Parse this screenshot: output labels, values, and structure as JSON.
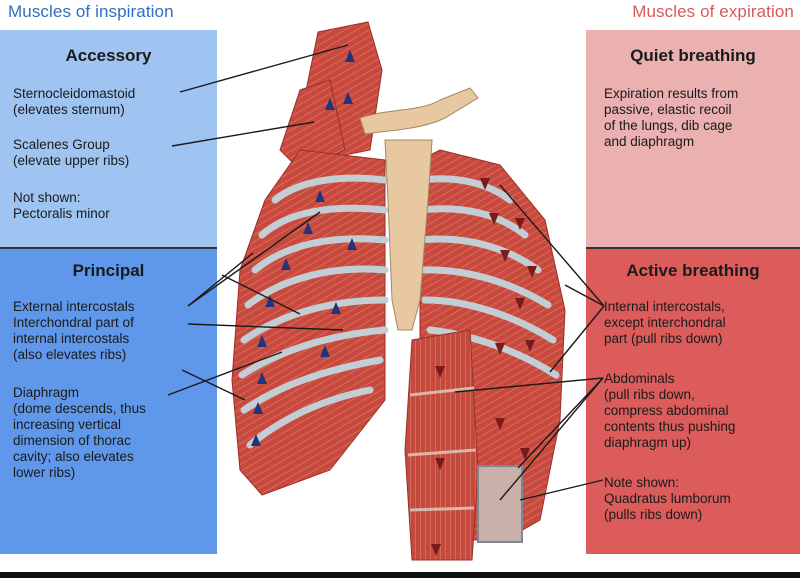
{
  "headers": {
    "inspiration": "Muscles of inspiration",
    "expiration": "Muscles of expiration"
  },
  "accessory": {
    "title": "Accessory",
    "scm": "Sternocleidomastoid\n(elevates sternum)",
    "scalenes": "Scalenes Group\n(elevate upper ribs)",
    "not_shown": "Not shown:\n  Pectoralis minor"
  },
  "principal": {
    "title": "Principal",
    "intercostals": "External intercostals\nInterchondral part of\ninternal intercostals\n(also elevates ribs)",
    "diaphragm": "Diaphragm\n(dome descends, thus\nincreasing vertical\ndimension of thorac\ncavity; also elevates\nlower ribs)"
  },
  "quiet": {
    "title": "Quiet breathing",
    "text": "Expiration results from\npassive, elastic recoil\nof the lungs, dib cage\nand diaphragm"
  },
  "active": {
    "title": "Active breathing",
    "internal": "Internal intercostals,\nexcept interchondral\npart (pull ribs down)",
    "abdominals": "Abdominals\n(pull ribs down,\ncompress abdominal\ncontents thus pushing\ndiaphragm up)",
    "not_shown": "Note shown:\n  Quadratus lumborum\n  (pulls ribs down)"
  },
  "colors": {
    "inspiration_header": "#2f6fc2",
    "expiration_header": "#d8595a",
    "accessory_panel": "#9fc4f2",
    "principal_panel": "#5f98ea",
    "quiet_panel": "#ebb0b0",
    "active_panel": "#dc5c5c",
    "muscle": "#c8493d",
    "bone": "#e8c8a0",
    "cartilage": "#b8c4cc"
  }
}
